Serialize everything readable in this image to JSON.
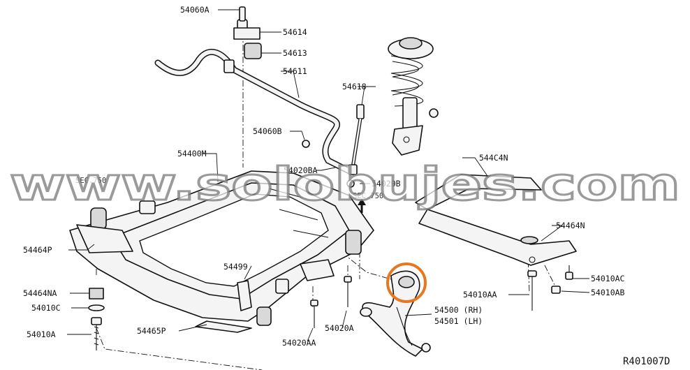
{
  "watermark": "www.solobujes.com",
  "diagram_ref": "R401007D",
  "highlight_color": "#e87722",
  "labels": {
    "l54060A": "54060A",
    "l54614": "54614",
    "l54613": "54613",
    "l54611": "54611",
    "l54618": "54618",
    "l54060B": "54060B",
    "l54400M": "54400M",
    "l54020BA": "54020BA",
    "l54020B": "54020B",
    "sec750a": "SEC.750",
    "sec750b": "SEC.750",
    "l544C4N": "544C4N",
    "l54464N": "54464N",
    "l54464P": "54464P",
    "l54499": "54499",
    "l54464NA": "54464NA",
    "l54010C": "54010C",
    "l54010A": "54010A",
    "l54465P": "54465P",
    "l54020AA": "54020AA",
    "l54020A": "54020A",
    "l54010AA": "54010AA",
    "l54010AC": "54010AC",
    "l54010AB": "54010AB",
    "l54500": "54500 (RH)",
    "l54501": "54501 (LH)"
  }
}
